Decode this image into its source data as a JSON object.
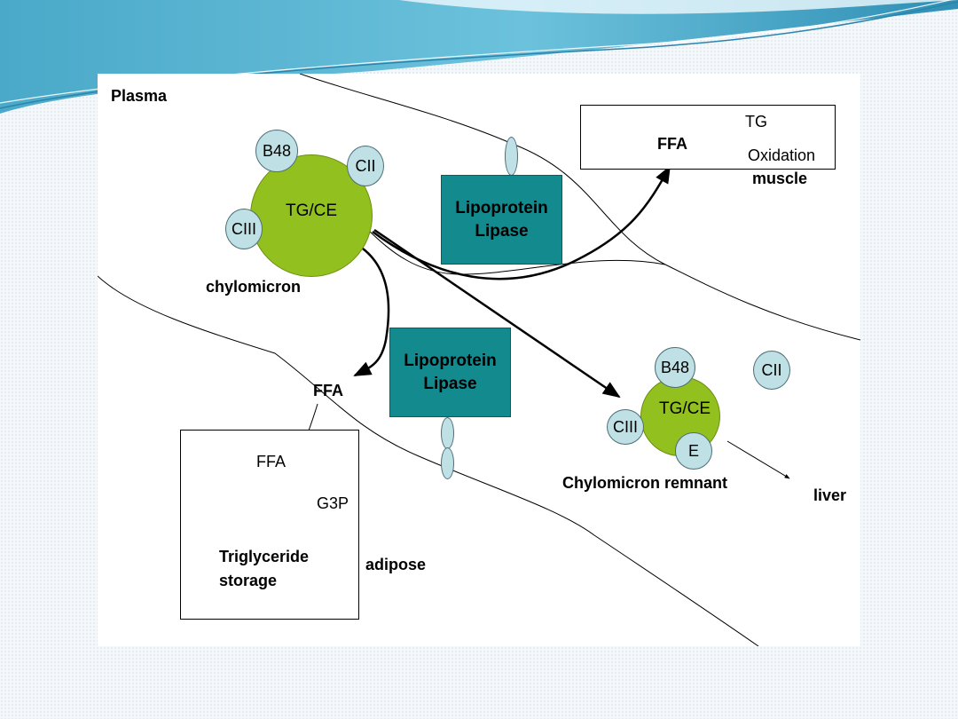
{
  "labels": {
    "plasma": "Plasma",
    "chylomicron": "chylomicron",
    "muscle": "muscle",
    "adipose": "adipose",
    "liver": "liver",
    "chylomicron_remnant": "Chylomicron remnant",
    "ffa_plasma": "FFA"
  },
  "lipase": {
    "line1": "Lipoprotein",
    "line2": "Lipase"
  },
  "chylomicron_particle": {
    "core": "TG/CE",
    "apo_b48": "B48",
    "apo_cii": "CII",
    "apo_ciii": "CIII"
  },
  "remnant_particle": {
    "core": "TG/CE",
    "apo_b48": "B48",
    "apo_ciii": "CIII",
    "apo_e": "E",
    "released_cii": "CII"
  },
  "muscle_box": {
    "ffa": "FFA",
    "tg": "TG",
    "oxidation": "Oxidation"
  },
  "adipose_box": {
    "ffa": "FFA",
    "g3p": "G3P",
    "product_line1": "Triglyceride",
    "product_line2": "storage"
  },
  "colors": {
    "particle_core": "#92c01f",
    "apoprotein": "#bfe0e4",
    "enzyme": "#138a8e",
    "banner": "#5fb7d2"
  }
}
